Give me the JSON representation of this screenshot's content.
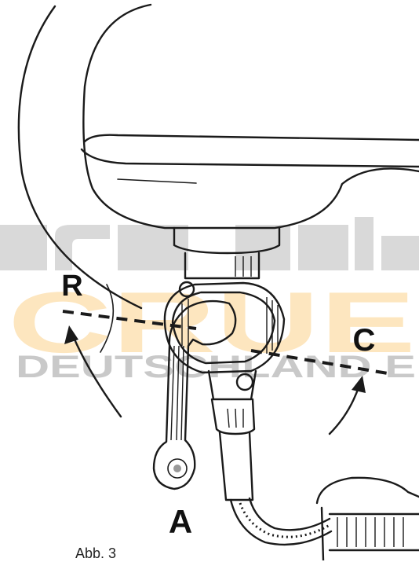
{
  "figure": {
    "labels": {
      "r": "R",
      "c": "C",
      "a": "A"
    },
    "caption": "Abb. 3"
  },
  "watermark": {
    "brand_letters": "CRUE",
    "subline": "DEUTSCHLAND E",
    "colors": {
      "bars": "#d9d9d9",
      "orange": "#fde6bf",
      "gray_text": "#c9c9c9"
    }
  }
}
